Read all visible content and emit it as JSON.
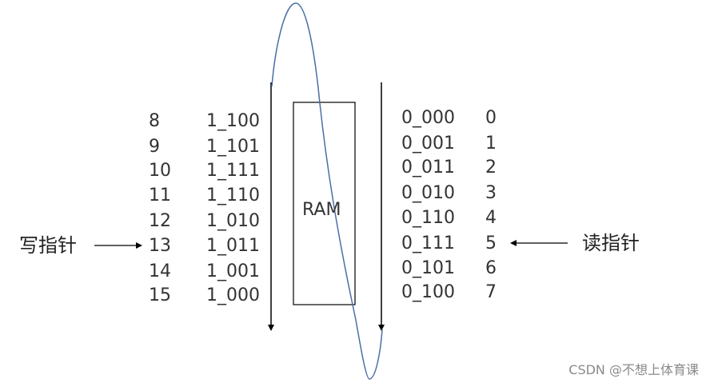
{
  "left_rows": [
    {
      "index": "8",
      "code": "1_100"
    },
    {
      "index": "9",
      "code": "1_101"
    },
    {
      "index": "10",
      "code": "1_111"
    },
    {
      "index": "11",
      "code": "1_110"
    },
    {
      "index": "12",
      "code": "1_010"
    },
    {
      "index": "13",
      "code": "1_011"
    },
    {
      "index": "14",
      "code": "1_001"
    },
    {
      "index": "15",
      "code": "1_000"
    }
  ],
  "right_rows": [
    {
      "code": "0_000",
      "index": "0"
    },
    {
      "code": "0_001",
      "index": "1"
    },
    {
      "code": "0_011",
      "index": "2"
    },
    {
      "code": "0_010",
      "index": "3"
    },
    {
      "code": "0_110",
      "index": "4"
    },
    {
      "code": "0_111",
      "index": "5"
    },
    {
      "code": "0_101",
      "index": "6"
    },
    {
      "code": "0_100",
      "index": "7"
    }
  ],
  "ram_label": "RAM",
  "write_pointer_label": "写指针",
  "read_pointer_label": "读指针",
  "watermark": "CSDN @不想上体育课",
  "colors": {
    "curve": "#4a6fa5",
    "line": "#000000",
    "text": "#333333"
  }
}
